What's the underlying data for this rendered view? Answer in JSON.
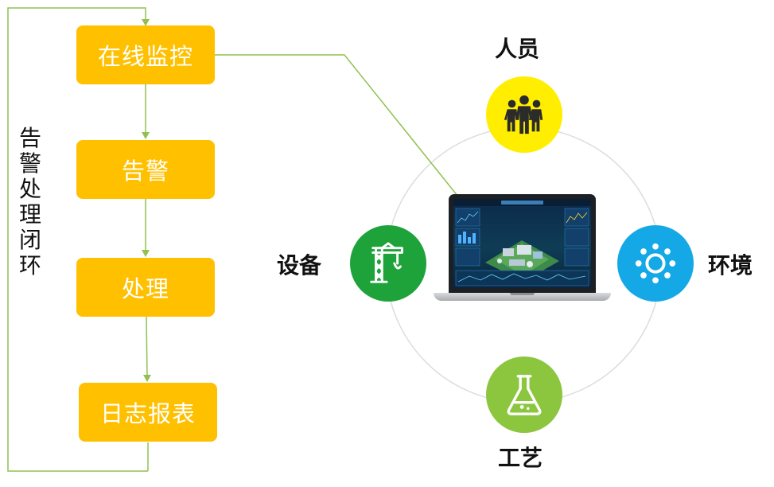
{
  "process_flow": {
    "steps": [
      {
        "label": "在线监控"
      },
      {
        "label": "告警"
      },
      {
        "label": "处理"
      },
      {
        "label": "日志报表"
      }
    ],
    "loop_label": "告警处理闭环",
    "box_color": "#FFC000",
    "connector_color": "#92C050"
  },
  "monitoring_hub": {
    "nodes": [
      {
        "label": "人员",
        "icon": "people-icon",
        "color": "#FFEE00"
      },
      {
        "label": "设备",
        "icon": "crane-icon",
        "color": "#1EA33B"
      },
      {
        "label": "环境",
        "icon": "sun-icon",
        "color": "#14A9E6"
      },
      {
        "label": "工艺",
        "icon": "flask-icon",
        "color": "#8CC63F"
      }
    ],
    "center_icon": "laptop-dashboard-icon",
    "ring_color": "#DDDDDD"
  }
}
